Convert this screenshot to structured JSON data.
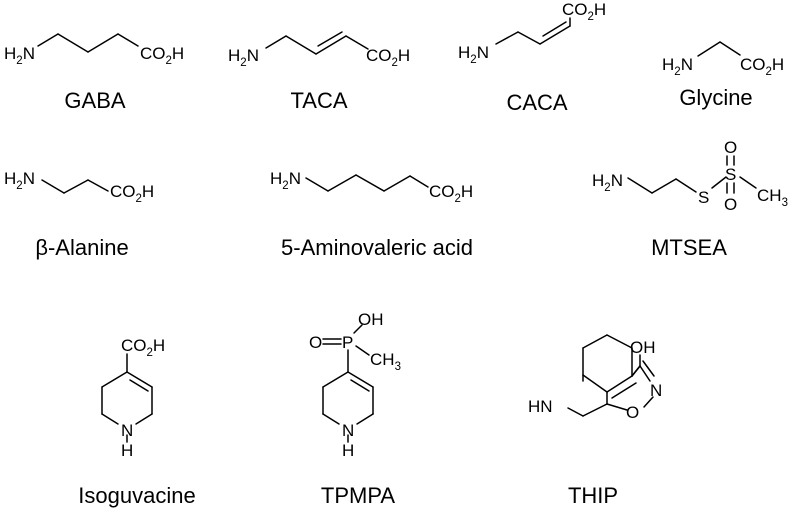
{
  "figure": {
    "compounds": [
      {
        "id": "gaba",
        "name": "GABA",
        "labels": {
          "amine": [
            "H",
            "2",
            "N"
          ],
          "acid": [
            "CO",
            "2",
            "H"
          ]
        }
      },
      {
        "id": "taca",
        "name": "TACA",
        "labels": {
          "amine": [
            "H",
            "2",
            "N"
          ],
          "acid": [
            "CO",
            "2",
            "H"
          ]
        }
      },
      {
        "id": "caca",
        "name": "CACA",
        "labels": {
          "amine": [
            "H",
            "2",
            "N"
          ],
          "acid": [
            "CO",
            "2",
            "H"
          ]
        }
      },
      {
        "id": "glycine",
        "name": "Glycine",
        "labels": {
          "amine": [
            "H",
            "2",
            "N"
          ],
          "acid": [
            "CO",
            "2",
            "H"
          ]
        }
      },
      {
        "id": "beta-alanine",
        "name": "β-Alanine",
        "labels": {
          "amine": [
            "H",
            "2",
            "N"
          ],
          "acid": [
            "CO",
            "2",
            "H"
          ]
        }
      },
      {
        "id": "aminovaleric",
        "name": "5-Aminovaleric acid",
        "labels": {
          "amine": [
            "H",
            "2",
            "N"
          ],
          "acid": [
            "CO",
            "2",
            "H"
          ]
        }
      },
      {
        "id": "mtsea",
        "name": "MTSEA",
        "labels": {
          "amine": [
            "H",
            "2",
            "N"
          ],
          "s1": "S",
          "s2": "S",
          "o1": "O",
          "o2": "O",
          "methyl": [
            "CH",
            "3"
          ]
        }
      },
      {
        "id": "isoguvacine",
        "name": "Isoguvacine",
        "labels": {
          "acid": [
            "CO",
            "2",
            "H"
          ],
          "nh": "N",
          "h": "H"
        }
      },
      {
        "id": "tpmpa",
        "name": "TPMPA",
        "labels": {
          "oh": "OH",
          "o": "O",
          "p": "P",
          "methyl": [
            "CH",
            "3"
          ],
          "nh": "N",
          "h": "H"
        }
      },
      {
        "id": "thip",
        "name": "THIP",
        "labels": {
          "oh": "OH",
          "n": "N",
          "o": "O",
          "hn": "HN"
        }
      }
    ]
  }
}
